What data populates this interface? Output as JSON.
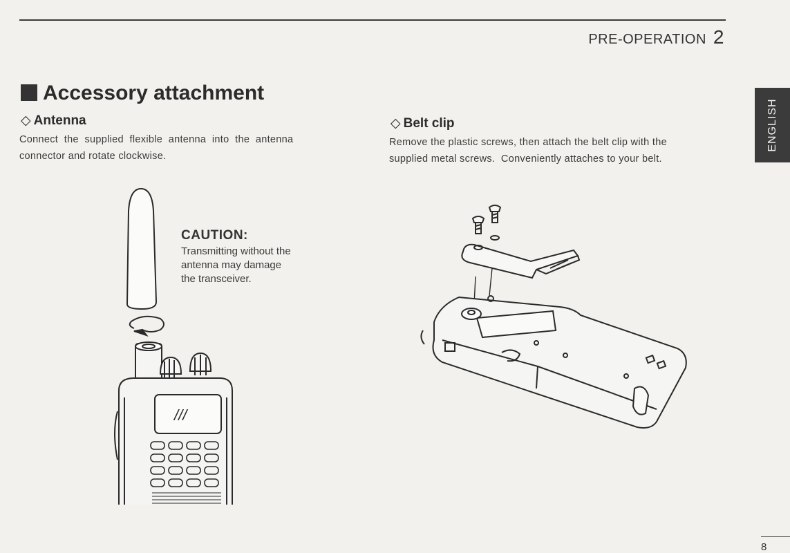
{
  "header": {
    "chapter_title": "PRE-OPERATION",
    "chapter_number": "2"
  },
  "section": {
    "title": "Accessory attachment"
  },
  "antenna": {
    "heading": "Antenna",
    "line1": "Connect  the  supplied  flexible  antenna  into  the  antenna",
    "line2": "connector and rotate clockwise."
  },
  "belt_clip": {
    "heading": "Belt clip",
    "line1": "Remove the plastic screws, then attach the belt clip with the",
    "line2": "supplied metal screws.  Conveniently attaches to your belt."
  },
  "caution": {
    "title": "CAUTION:",
    "line1": "Transmitting without the",
    "line2": "antenna may damage",
    "line3": "the transceiver."
  },
  "sidebar_tab": {
    "label": "ENGLISH"
  },
  "page": {
    "number": "8"
  },
  "display_glyph": "///",
  "icons": {
    "diamond": "diamond-outline-icon",
    "section_marker": "filled-square-icon"
  }
}
